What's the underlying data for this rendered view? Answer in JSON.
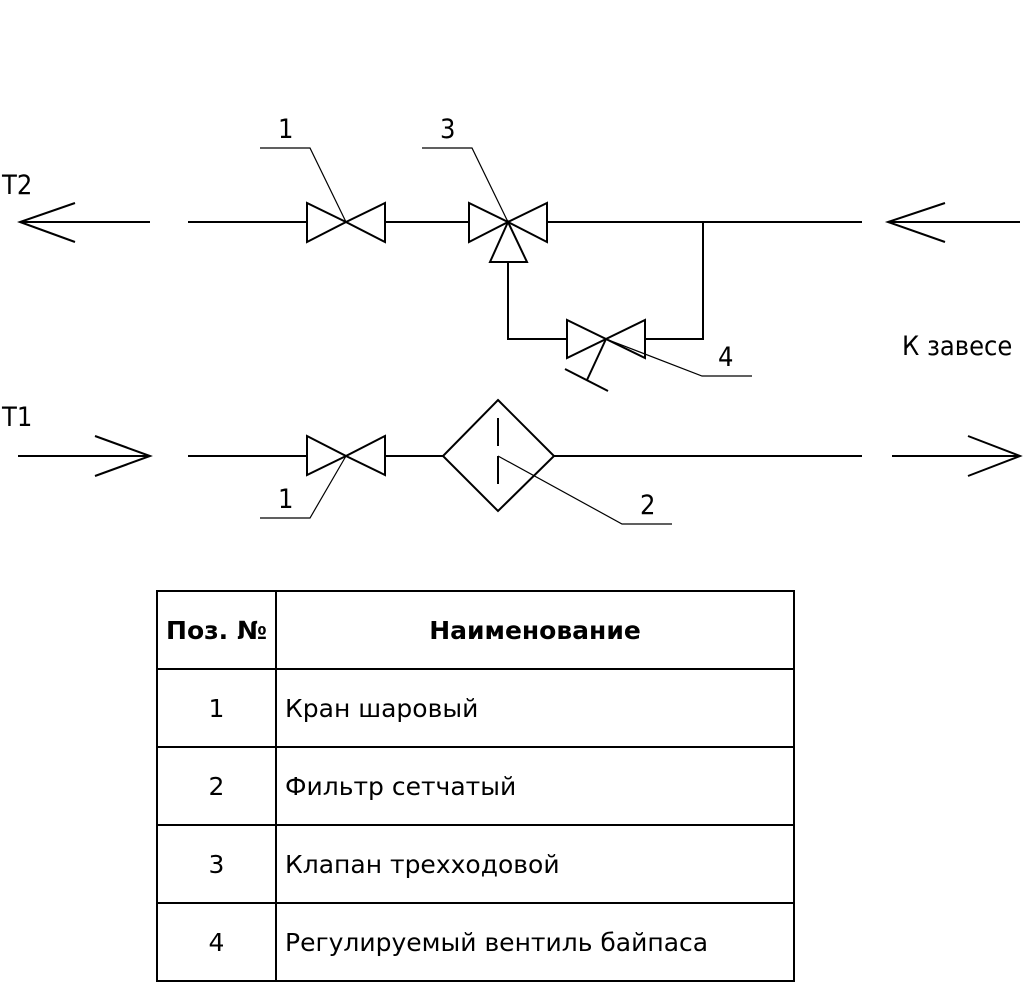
{
  "scheme": {
    "line_t2": "T2",
    "line_t1": "T1",
    "destination": "К завесе",
    "callouts": [
      "1",
      "3",
      "4",
      "1",
      "2"
    ]
  },
  "spec_table": {
    "headers": [
      "Поз. №",
      "Наименование"
    ],
    "rows": [
      {
        "pos": "1",
        "name": "Кран шаровый"
      },
      {
        "pos": "2",
        "name": "Фильтр сетчатый"
      },
      {
        "pos": "3",
        "name": "Клапан трехходовой"
      },
      {
        "pos": "4",
        "name": "Регулируемый вентиль байпаса"
      }
    ]
  }
}
